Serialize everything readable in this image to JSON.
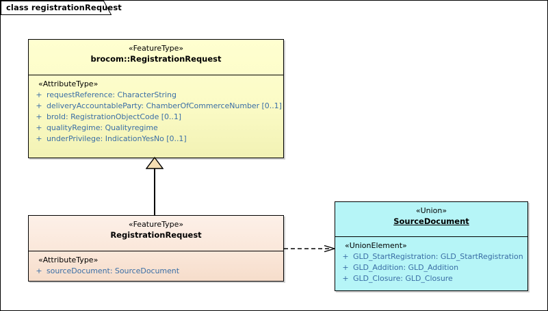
{
  "diagram": {
    "tab_label": "class registrationRequest",
    "kind": "uml-class-diagram"
  },
  "colors": {
    "featuretype_fill": "#FFFFCC",
    "subtype_fill": "#FAE6D8",
    "union_fill": "#B6F5F7",
    "attribute_text": "#3A6EA5",
    "line": "#000000",
    "triangle_fill": "#F5DEB3"
  },
  "classes": {
    "brocom_registration_request": {
      "stereotype": "«FeatureType»",
      "name": "brocom::RegistrationRequest",
      "compartment_stereotype": "«AttributeType»",
      "attributes": [
        {
          "visibility": "+",
          "text": "requestReference: CharacterString"
        },
        {
          "visibility": "+",
          "text": "deliveryAccountableParty: ChamberOfCommerceNumber [0..1]"
        },
        {
          "visibility": "+",
          "text": "broId: RegistrationObjectCode [0..1]"
        },
        {
          "visibility": "+",
          "text": "qualityRegime: Qualityregime"
        },
        {
          "visibility": "+",
          "text": "underPrivilege: IndicationYesNo [0..1]"
        }
      ]
    },
    "registration_request": {
      "stereotype": "«FeatureType»",
      "name": "RegistrationRequest",
      "compartment_stereotype": "«AttributeType»",
      "attributes": [
        {
          "visibility": "+",
          "text": "sourceDocument: SourceDocument"
        }
      ]
    },
    "source_document": {
      "stereotype": "«Union»",
      "name": "SourceDocument",
      "compartment_stereotype": "«UnionElement»",
      "attributes": [
        {
          "visibility": "+",
          "text": "GLD_StartRegistration: GLD_StartRegistration"
        },
        {
          "visibility": "+",
          "text": "GLD_Addition: GLD_Addition"
        },
        {
          "visibility": "+",
          "text": "GLD_Closure: GLD_Closure"
        }
      ]
    }
  },
  "connectors": {
    "generalization": {
      "name": "generalization-connector",
      "from": "RegistrationRequest",
      "to": "brocom::RegistrationRequest",
      "style": "solid-hollow-triangle"
    },
    "dependency": {
      "name": "dependency-connector",
      "from": "RegistrationRequest",
      "to": "SourceDocument",
      "style": "dashed-open-arrow"
    }
  }
}
